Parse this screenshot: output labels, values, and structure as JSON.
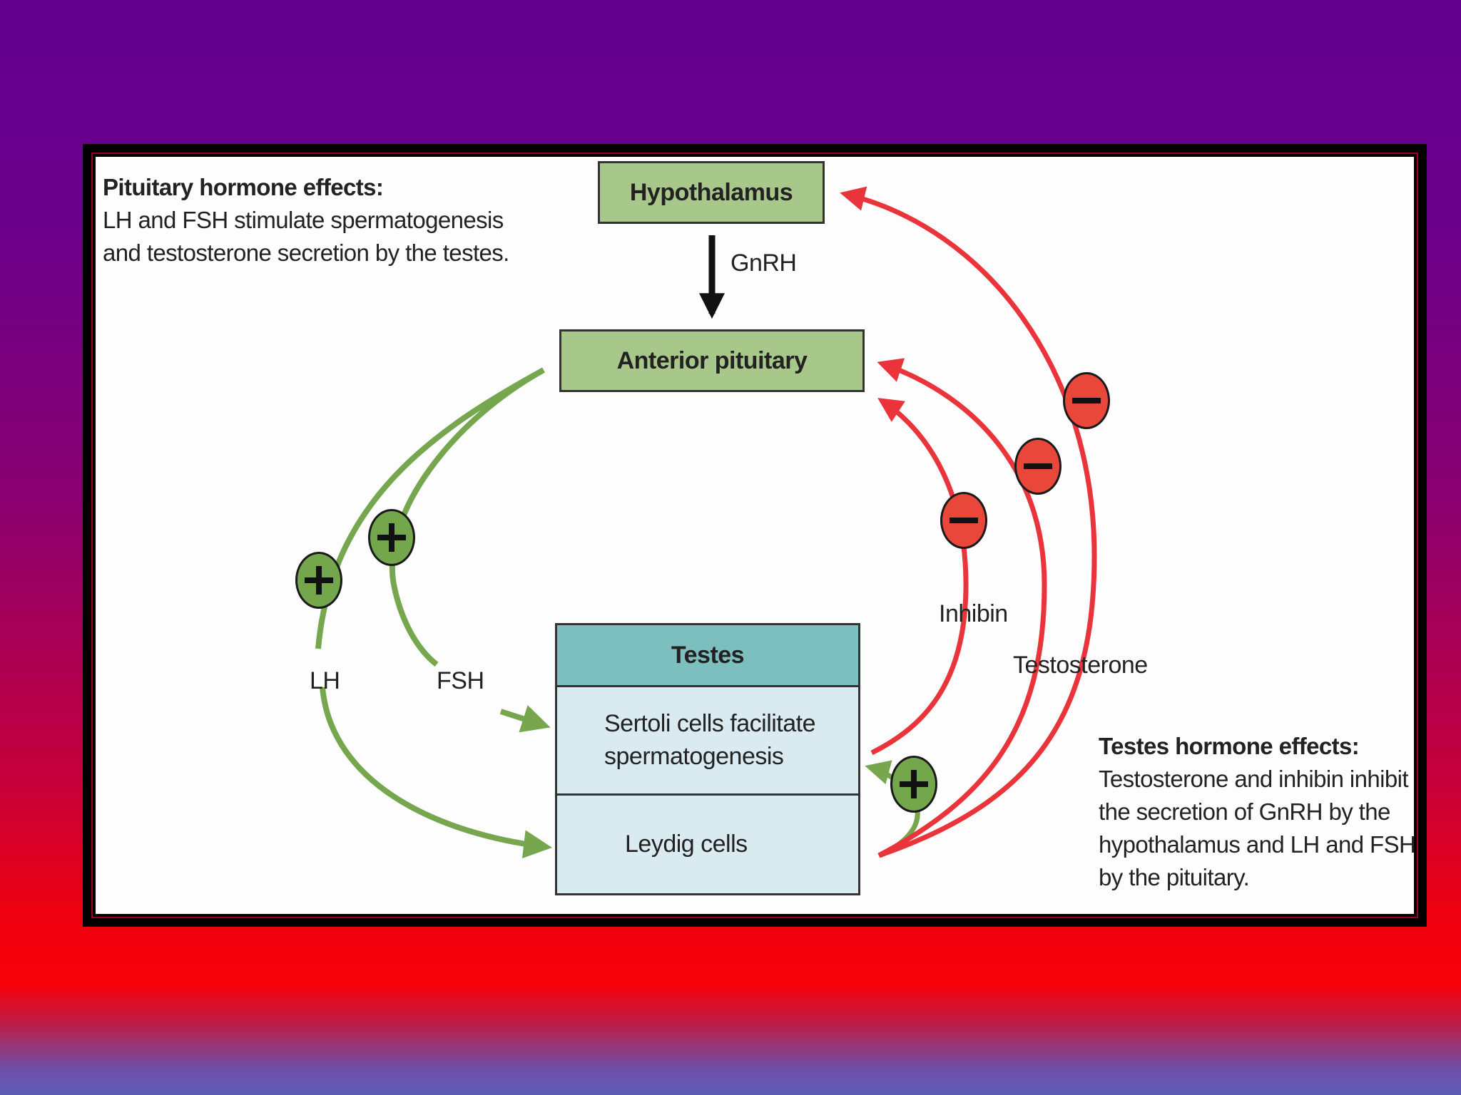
{
  "boxes": {
    "hypothalamus": "Hypothalamus",
    "anterior_pituitary": "Anterior pituitary",
    "testes": "Testes",
    "sertoli_line1": "Sertoli cells facilitate",
    "sertoli_line2": "spermatogenesis",
    "leydig": "Leydig cells"
  },
  "labels": {
    "gnrh": "GnRH",
    "lh": "LH",
    "fsh": "FSH",
    "inhibin": "Inhibin",
    "testosterone": "Testosterone"
  },
  "pituitary_note": {
    "heading": "Pituitary hormone effects:",
    "lines": [
      "LH and FSH stimulate spermatogenesis",
      "and testosterone secretion by the testes."
    ]
  },
  "testes_note": {
    "heading": "Testes hormone effects:",
    "lines": [
      "Testosterone and inhibin inhibit",
      "the secretion of GnRH by the",
      "hypothalamus and LH and FSH",
      "by the pituitary."
    ]
  },
  "colors": {
    "stimulation": "#76a64e",
    "inhibition": "#e8343a",
    "box_green": "#a8c78a",
    "testes_teal": "#7dbfbe",
    "cell_blue": "#d9eaf0"
  }
}
